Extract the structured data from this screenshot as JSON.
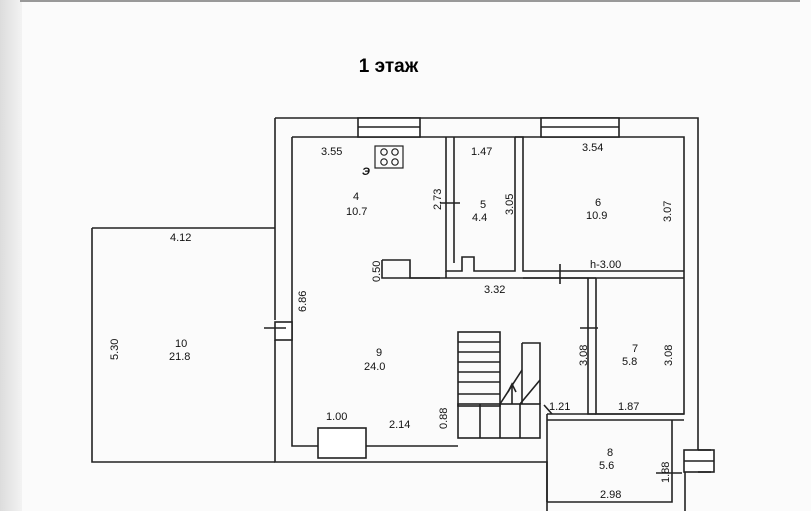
{
  "title": "1 этаж",
  "stove_mark": "Э",
  "ceiling_height": "h-3.00",
  "rooms": [
    {
      "number": "4",
      "area": "10.7"
    },
    {
      "number": "5",
      "area": "4.4"
    },
    {
      "number": "6",
      "area": "10.9"
    },
    {
      "number": "7",
      "area": "5.8"
    },
    {
      "number": "8",
      "area": "5.6"
    },
    {
      "number": "9",
      "area": "24.0"
    },
    {
      "number": "10",
      "area": "21.8"
    }
  ],
  "dimensions": {
    "d355": "3.55",
    "d147": "1.47",
    "d354": "3.54",
    "d273": "2.73",
    "d305": "3.05",
    "d307": "3.07",
    "d412": "4.12",
    "d050": "0.50",
    "d332": "3.32",
    "d686": "6.86",
    "d530": "5.30",
    "d308a": "3.08",
    "d308b": "3.08",
    "d121": "1.21",
    "d187": "1.87",
    "d100": "1.00",
    "d214": "2.14",
    "d088": "0.88",
    "d188": "1.88",
    "d298": "2.98"
  }
}
